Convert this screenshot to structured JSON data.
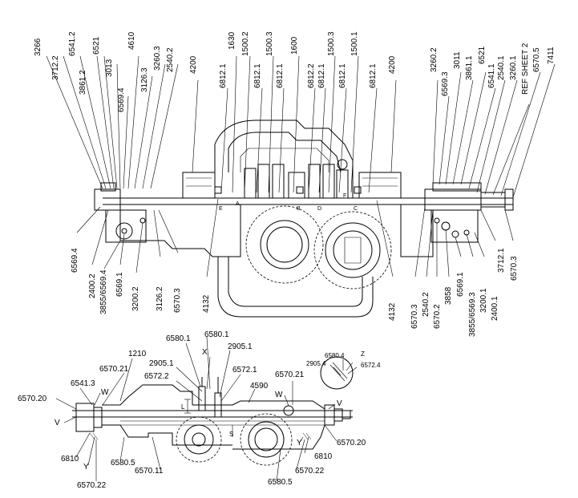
{
  "top_view": {
    "vertical_labels_left": [
      "3266",
      "3712.2",
      "6541.2",
      "3861.2",
      "6521",
      "3013",
      "6569.4",
      "4610",
      "3126.3",
      "3260.3",
      "2540.2",
      "4200",
      "6812.1",
      "1630",
      "1500.2",
      "6812.1",
      "1500.3",
      "6812.1",
      "1600",
      "6812.2",
      "6812.1",
      "1500.3",
      "6812.1",
      "1500.1",
      "6812.1",
      "4200"
    ],
    "vertical_labels_right": [
      "3260.2",
      "6569.3",
      "3011",
      "3861.1",
      "6521",
      "6541.1",
      "2540.1",
      "3260.1",
      "REF SHEET 2",
      "6570.5",
      "7411"
    ],
    "bottom_labels": [
      "6569.4",
      "2400.2",
      "3855/6569.4",
      "6569.1",
      "3200.2",
      "3126.2",
      "6570.3",
      "4132",
      "4132",
      "6570.3",
      "2540.2",
      "6570.2",
      "3858",
      "6569.1",
      "3855/6569.3",
      "3200.1",
      "2400.1",
      "3712.1",
      "6570.3"
    ],
    "section_letters": [
      "E",
      "A",
      "B",
      "D",
      "C",
      "F"
    ]
  },
  "bottom_view": {
    "labels": {
      "l1210": "1210",
      "l6580_1a": "6580.1",
      "l6580_1b": "6580.1",
      "l2905_1a": "2905.1",
      "l2905_1b": "2905.1",
      "l6570_21a": "6570.21",
      "l6572_2": "6572.2",
      "l6572_1": "6572.1",
      "lX": "X",
      "l6570_21b": "6570.21",
      "l4590": "4590",
      "l6541_3": "6541.3",
      "lW1": "W",
      "l6570_20a": "6570.20",
      "lV1": "V",
      "l6810a": "6810",
      "lY1": "Y",
      "l6570_22a": "6570.22",
      "l6580_5a": "6580.5",
      "l6570_11": "6570.11",
      "lW2": "W",
      "lV2": "V",
      "l6570_20b": "6570.20",
      "l6810b": "6810",
      "lY2": "Y",
      "l6570_22b": "6570.22",
      "l6580_5b": "6580.5",
      "l2905_4": "2905.4",
      "l6580_4": "6580.4",
      "lZ": "Z",
      "l6572_4": "6572.4",
      "lL": "L",
      "lS": "S"
    }
  }
}
